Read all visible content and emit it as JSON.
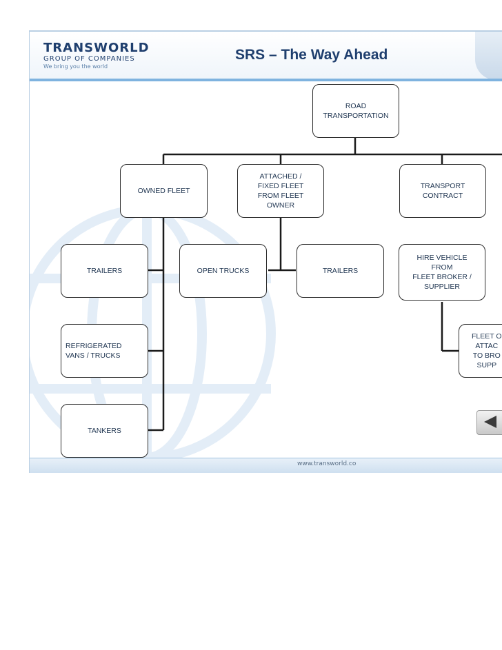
{
  "header": {
    "logo": {
      "main": "TRANSWORLD",
      "sub": "GROUP OF COMPANIES",
      "tagline": "We bring you the world"
    },
    "title": "SRS – The Way Ahead"
  },
  "diagram": {
    "root": "ROAD\nTRANSPORTATION",
    "owned_fleet": "OWNED FLEET",
    "attached_fleet": "ATTACHED /\nFIXED FLEET\nFROM FLEET\nOWNER",
    "transport_contract": "TRANSPORT\nCONTRACT",
    "trailers_owned": "TRAILERS",
    "refrigerated": "REFRIGERATED\nVANS / TRUCKS",
    "tankers": "TANKERS",
    "open_trucks": "OPEN TRUCKS",
    "trailers_attached": "TRAILERS",
    "hire_vehicle": "HIRE VEHICLE\nFROM\nFLEET BROKER /\nSUPPLIER",
    "fleet_owner_partial": "FLEET O\nATTAC\nTO BRO\nSUPP"
  },
  "footer": {
    "url": "www.transworld.co"
  },
  "controls": {
    "back_icon": "triangle-left-icon"
  },
  "colors": {
    "title": "#1f3f6e",
    "accent": "#7fb3df",
    "line": "#1a1a1a"
  }
}
